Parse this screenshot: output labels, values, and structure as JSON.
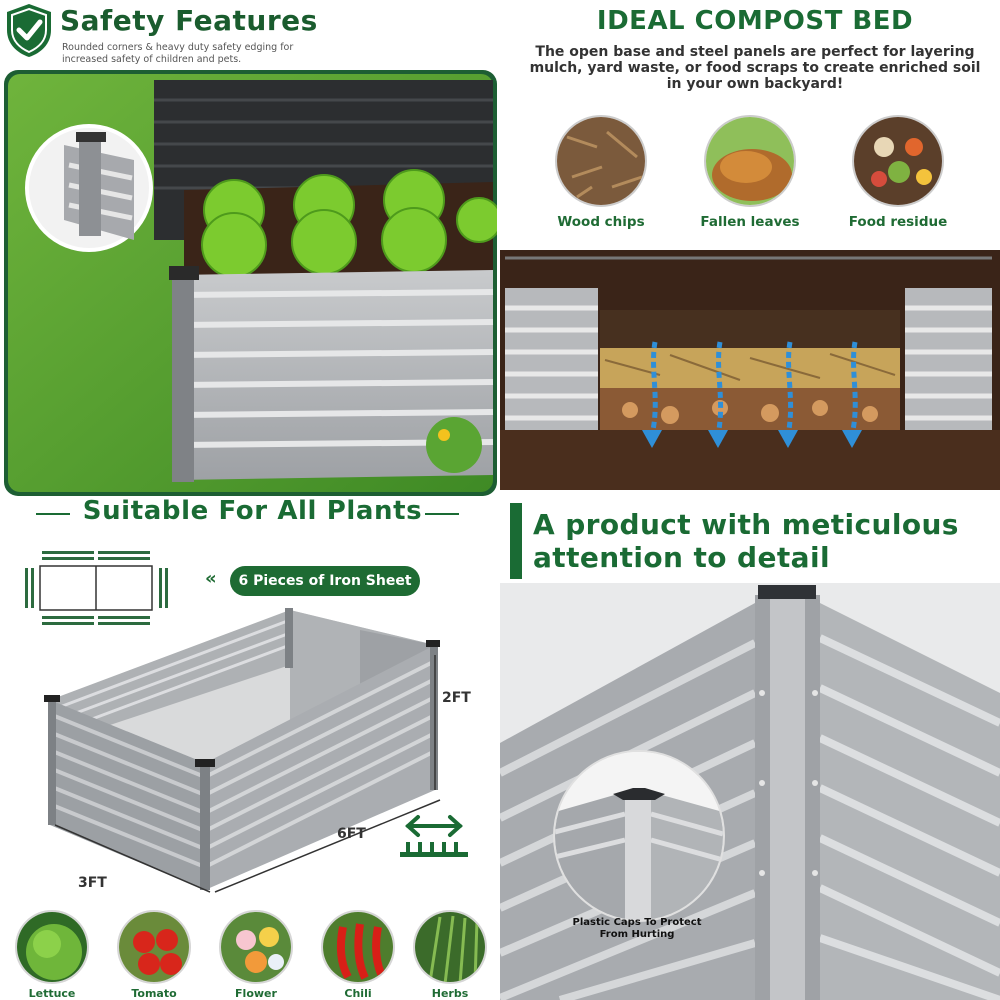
{
  "safety": {
    "title": "Safety Features",
    "subtitle": "Rounded corners & heavy duty safety edging for increased safety of children and pets."
  },
  "compost": {
    "title": "IDEAL COMPOST BED",
    "description": "The open base and steel panels are perfect for layering mulch, yard waste, or food scraps to create enriched soil in your own backyard!",
    "materials": [
      "Wood chips",
      "Fallen leaves",
      "Food residue"
    ]
  },
  "plants": {
    "title": "Suitable For All Plants",
    "pill_label": "6 Pieces of Iron Sheet",
    "pill_arrow": "«",
    "dimensions": {
      "height": "2FT",
      "length": "6FT",
      "width": "3FT"
    },
    "types": [
      "Lettuce",
      "Tomato",
      "Flower",
      "Chili",
      "Herbs"
    ]
  },
  "detail": {
    "title_line1": "A product with meticulous",
    "title_line2": "attention to detail",
    "caption": "Plastic Caps To Protect From Hurting"
  },
  "colors": {
    "brand_green": "#1a6b34",
    "dark_green": "#1d5e33",
    "steel": "#b7b9bc",
    "soil": "#3a2418"
  }
}
